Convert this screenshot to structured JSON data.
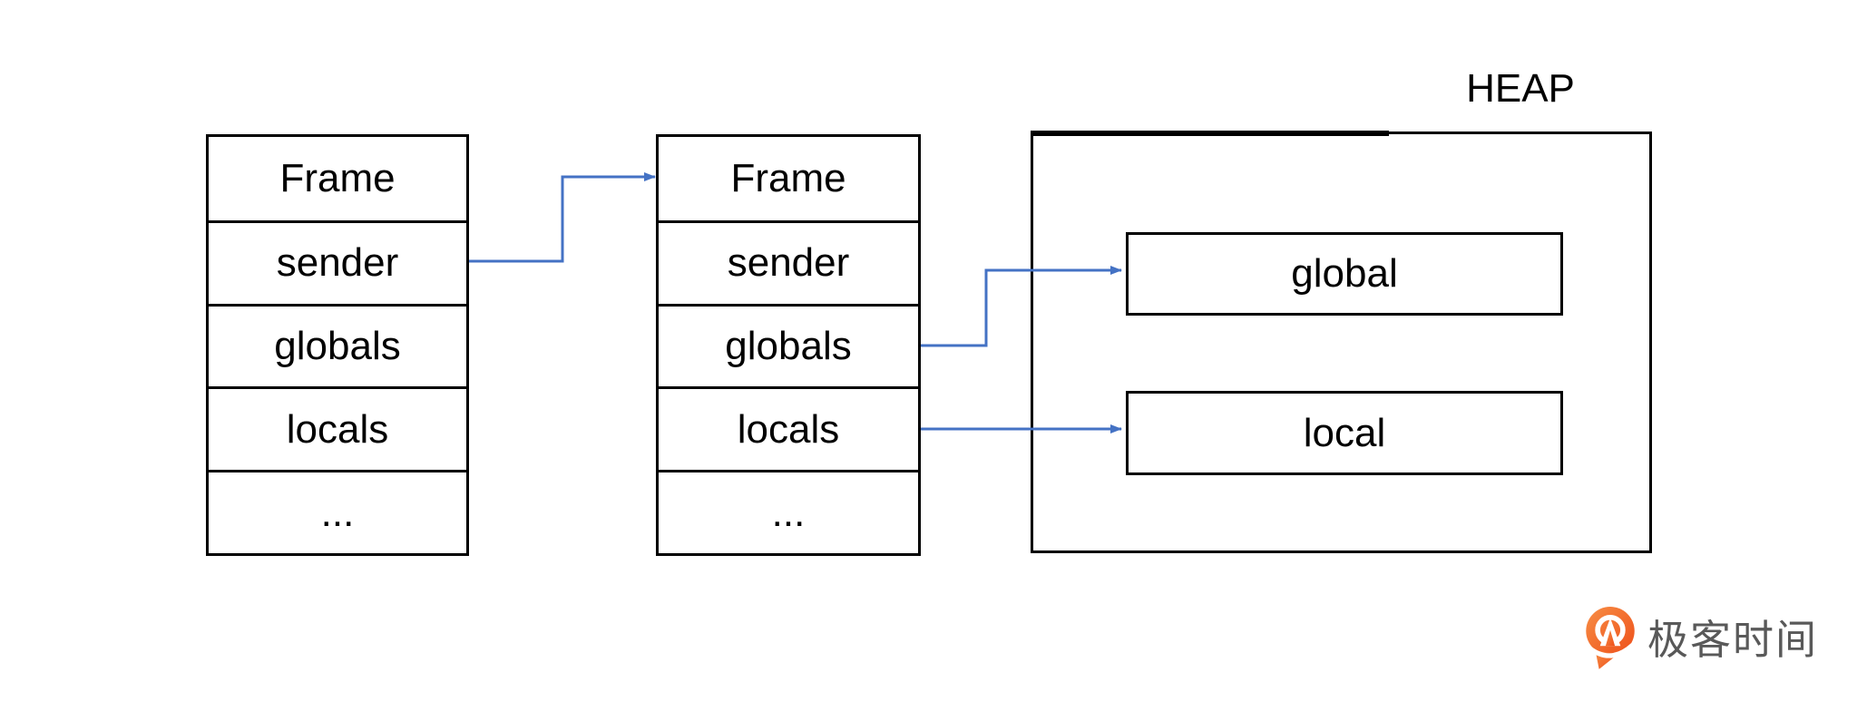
{
  "diagram": {
    "stacks": [
      {
        "id": "frame-stack-1",
        "rows": [
          "Frame",
          "sender",
          "globals",
          "locals",
          "..."
        ]
      },
      {
        "id": "frame-stack-2",
        "rows": [
          "Frame",
          "sender",
          "globals",
          "locals",
          "..."
        ]
      }
    ],
    "heap": {
      "label": "HEAP",
      "items": [
        "global",
        "local"
      ]
    },
    "connections": [
      {
        "from": "frame-stack-1 / sender",
        "to": "frame-stack-2 / Frame"
      },
      {
        "from": "frame-stack-2 / globals",
        "to": "heap / global"
      },
      {
        "from": "frame-stack-2 / locals",
        "to": "heap / local"
      }
    ],
    "colors": {
      "arrow_blue": "#4472C4",
      "box_border": "#000000",
      "label_text": "#000000"
    }
  },
  "branding": {
    "logo_text": "极客时间",
    "colors": {
      "icon_orange": "#EE4F1A",
      "icon_orange_light": "#F78E45",
      "text_gray": "#595959"
    }
  }
}
